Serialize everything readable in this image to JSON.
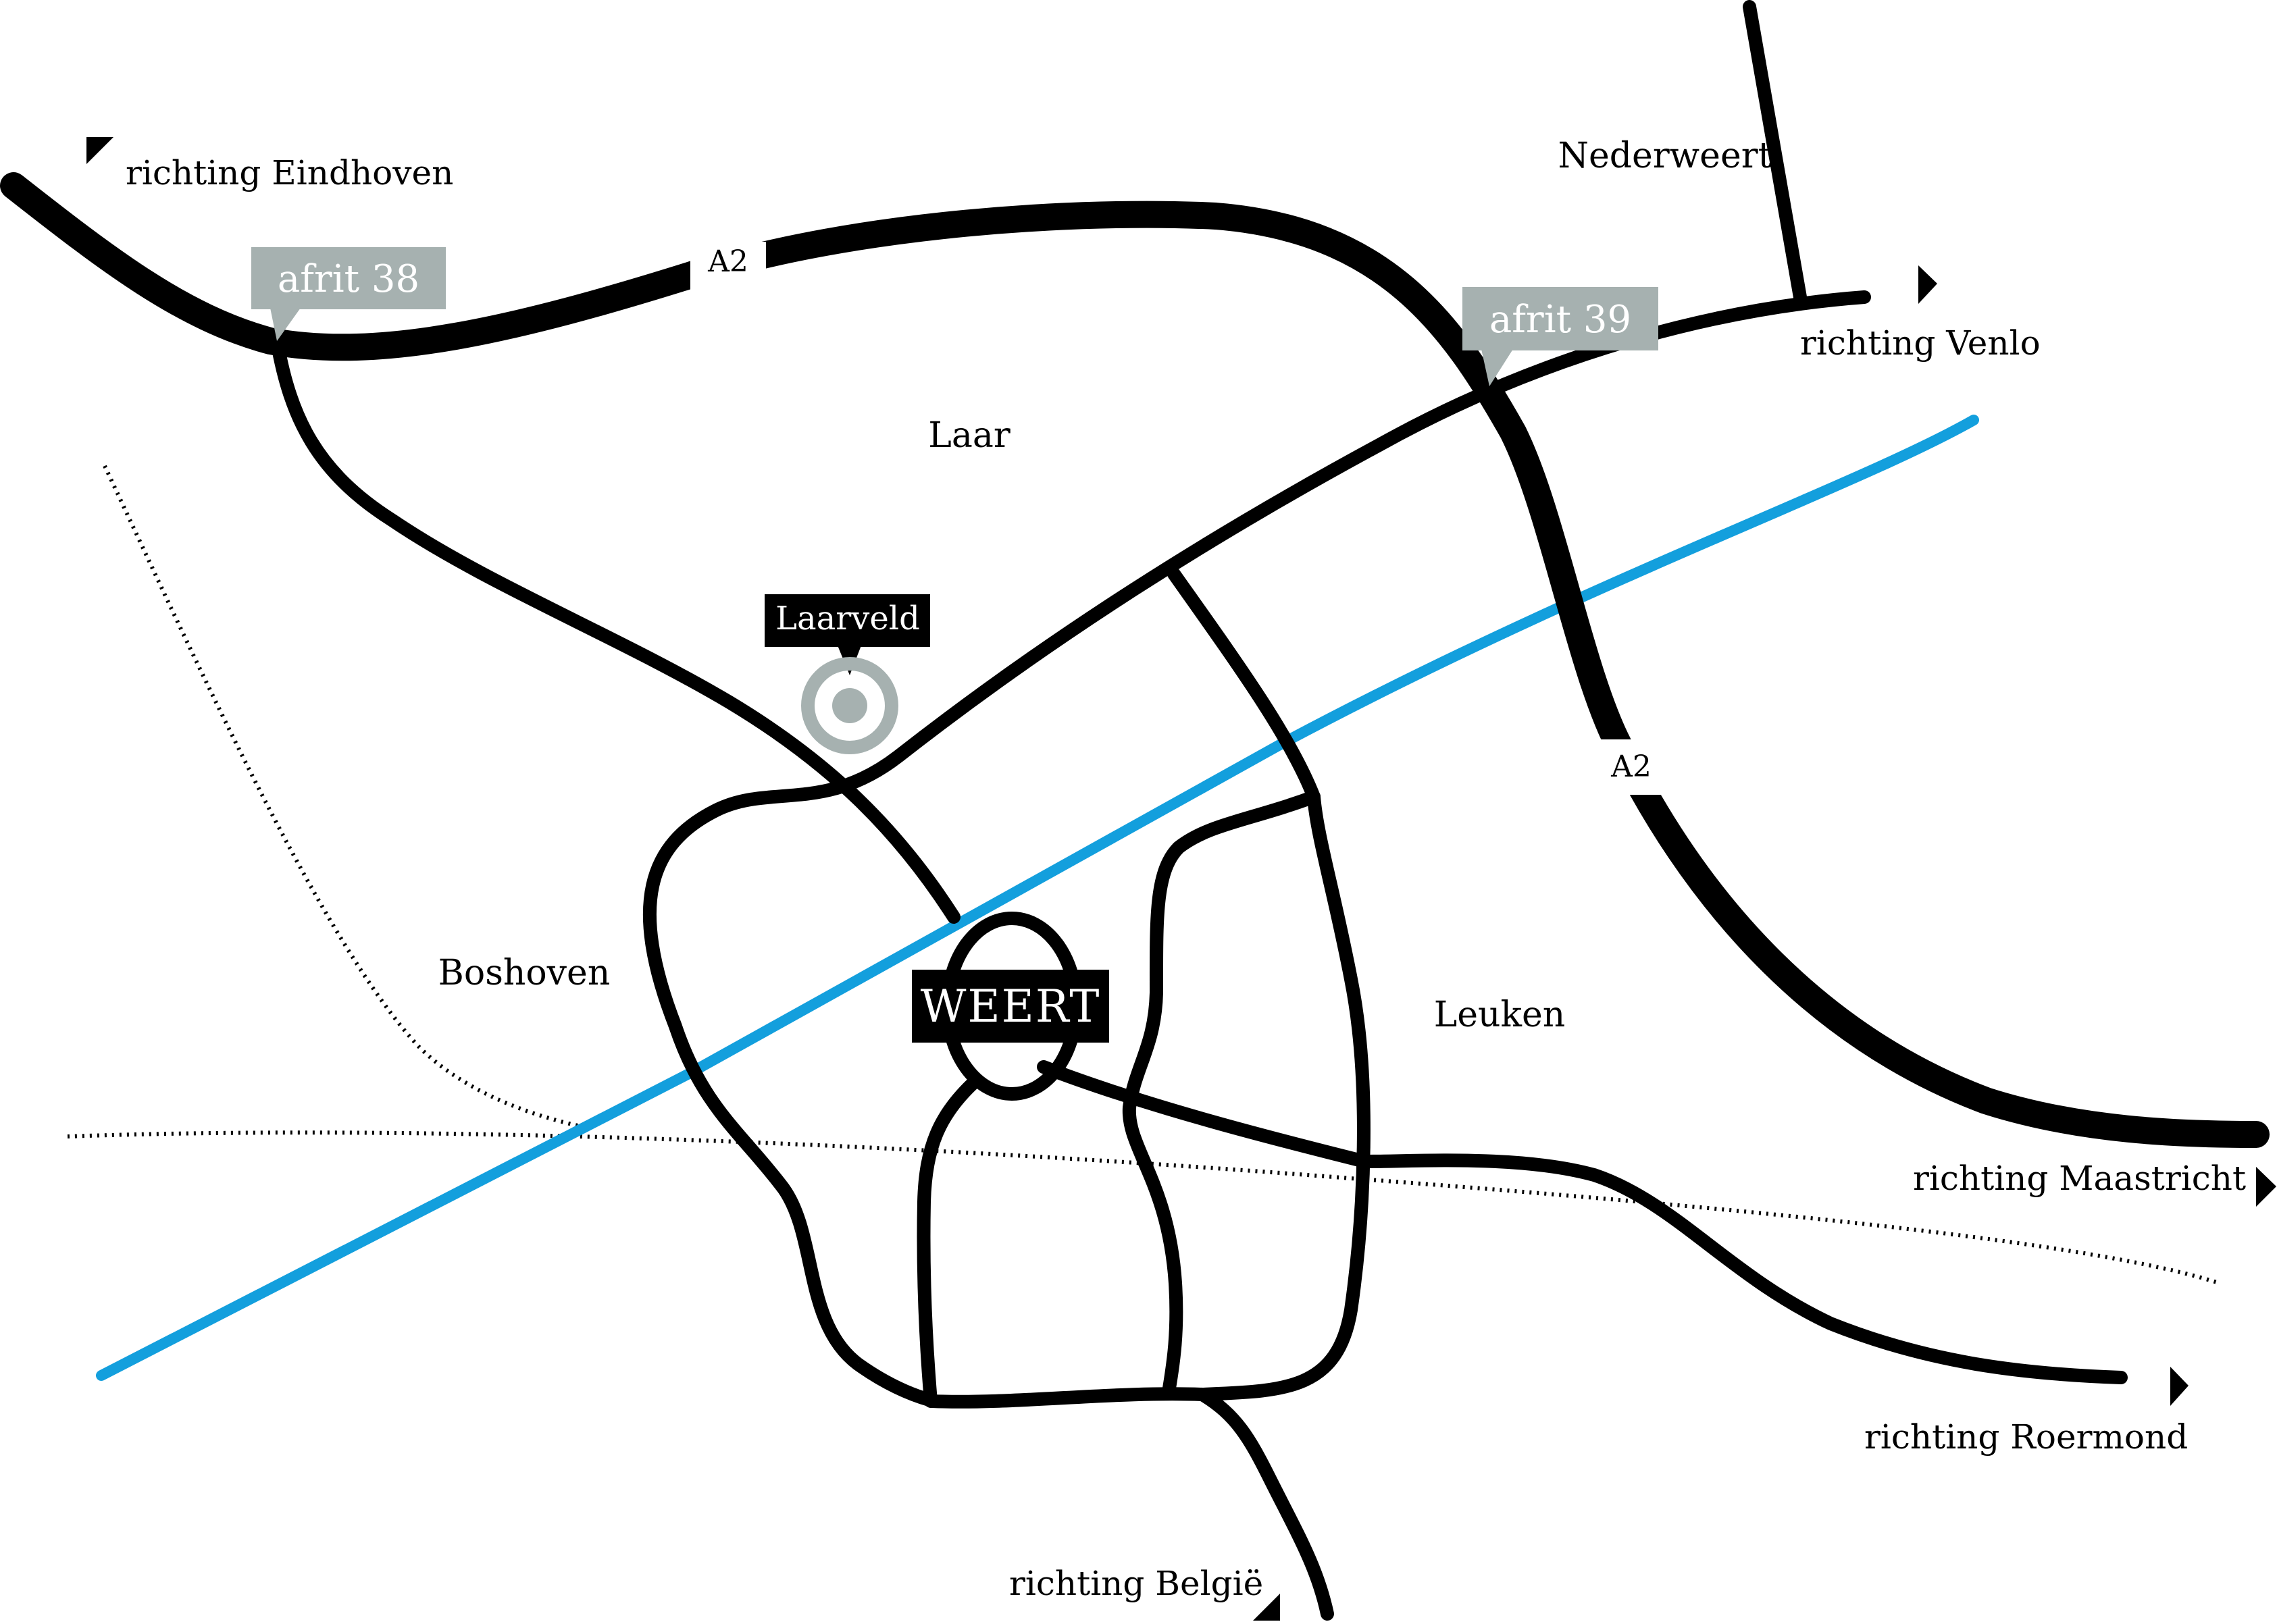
{
  "colors": {
    "road": "#000000",
    "canal": "#139fdd",
    "exit_sign": "#a6b1b0",
    "marker": "#a6b1b0",
    "background": "#ffffff"
  },
  "highway": {
    "shield_label_1": "A2",
    "shield_label_2": "A2"
  },
  "exits": {
    "exit_38": "afrit 38",
    "exit_39": "afrit 39"
  },
  "city": {
    "name": "WEERT"
  },
  "marker": {
    "label": "Laarveld",
    "icon": "target-icon"
  },
  "places": {
    "laar": "Laar",
    "boshoven": "Boshoven",
    "leuken": "Leuken",
    "nederweert": "Nederweert"
  },
  "directions": {
    "eindhoven": "richting Eindhoven",
    "venlo": "richting Venlo",
    "maastricht": "richting Maastricht",
    "roermond": "richting Roermond",
    "belgie": "richting België"
  }
}
